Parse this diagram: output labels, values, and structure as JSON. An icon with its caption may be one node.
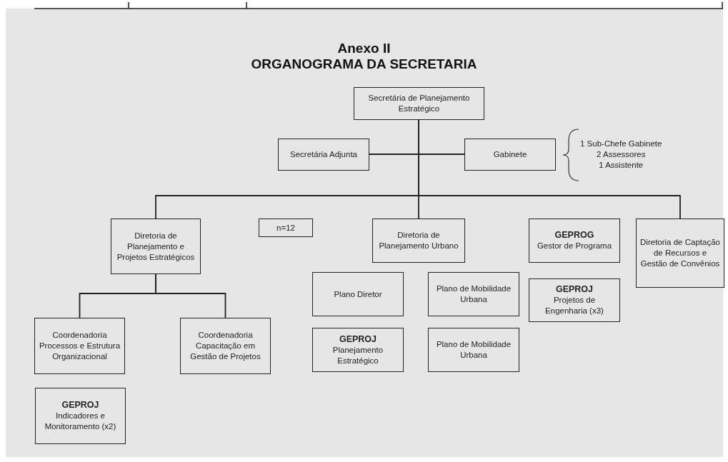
{
  "diagram": {
    "title": "ORGANOGRAMA DA SECRETARIA",
    "nodes": [
      {
        "text": [
          "Secretária de Planejamento Estratégico"
        ]
      },
      {
        "text": [
          "Secretária Adjunta"
        ]
      },
      {
        "text": [
          "Gabinete"
        ],
        "beside": [
          "1 Sub-Chefe Gabinete",
          "2 Assessores",
          "1 Assistente"
        ]
      },
      {
        "text": [
          "Diretoria de Planejamento e Projetos Estratégicos"
        ]
      },
      {
        "text": [
          "n=12"
        ]
      },
      {
        "text": [
          "Diretoria de Planejamento Urbano"
        ]
      },
      {
        "text": [
          "GEPROG",
          "Gestor de Programa"
        ]
      },
      {
        "text": [
          "Diretoria de Captação de Recursos e Gestão de Convênios"
        ]
      },
      {
        "text": [
          "Coordenadoria Processos e Estrutura Organizacional"
        ]
      },
      {
        "text": [
          "Coordenadoria Capacitação em Gestão de Projetos"
        ]
      },
      {
        "text": [
          "GEPROJ",
          "Indicadores e Monitoramento (x2)"
        ]
      },
      {
        "text": [
          "Plano Diretor"
        ]
      },
      {
        "text": [
          "Plano de Mobilidade Urbana"
        ]
      },
      {
        "text": [
          "GEPROJ",
          "Planejamento Estratégico"
        ]
      },
      {
        "text": [
          "Plano de Mobilidade Urbana"
        ]
      },
      {
        "text": [
          "GEPROJ",
          "Projetos de Engenharia (x3)"
        ]
      }
    ],
    "edges": [
      {
        "from": 0,
        "to": 1,
        "arrow": "none"
      },
      {
        "from": 0,
        "to": 2,
        "arrow": "none"
      },
      {
        "from": 0,
        "to": 3,
        "arrow": "none"
      },
      {
        "from": 0,
        "to": 5,
        "arrow": "none"
      },
      {
        "from": 0,
        "to": 7,
        "arrow": "none"
      },
      {
        "from": 3,
        "to": 8,
        "arrow": "none"
      },
      {
        "from": 3,
        "to": 9,
        "arrow": "none"
      }
    ],
    "labels": [
      "Anexo II"
    ]
  }
}
